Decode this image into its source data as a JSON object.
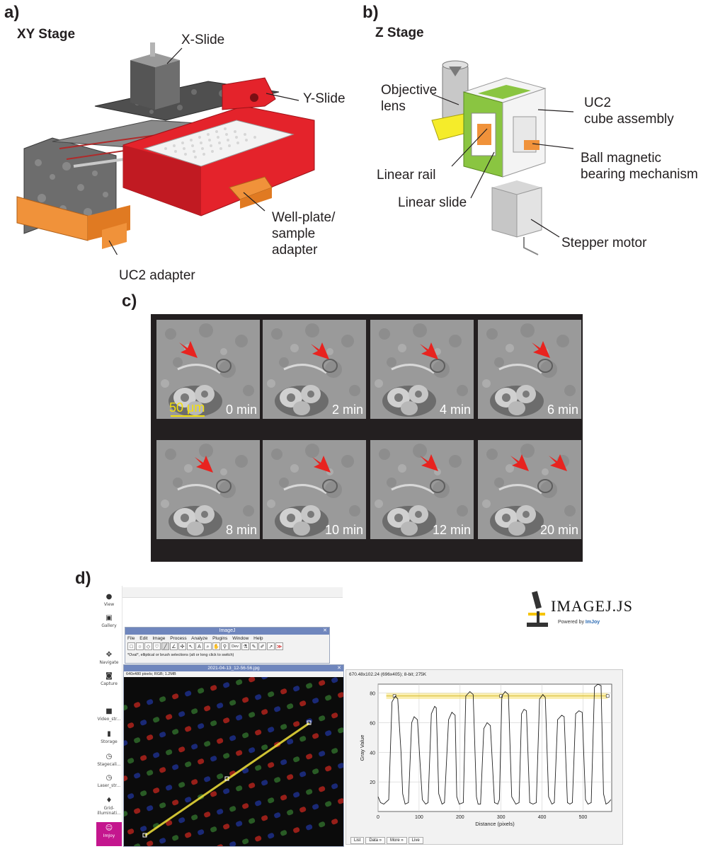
{
  "panel_a": {
    "letter": "a)",
    "title": "XY Stage",
    "labels": {
      "x_slide": "X-Slide",
      "y_slide": "Y-Slide",
      "wellplate_line1": "Well-plate/",
      "wellplate_line2": "sample",
      "wellplate_line3": "adapter",
      "uc2_adapter": "UC2 adapter"
    }
  },
  "panel_b": {
    "letter": "b)",
    "title": "Z Stage",
    "labels": {
      "objective_line1": "Objective",
      "objective_line2": "lens",
      "uc2_line1": "UC2",
      "uc2_line2": "cube assembly",
      "ball_line1": "Ball magnetic",
      "ball_line2": "bearing mechanism",
      "linear_rail": "Linear rail",
      "linear_slide": "Linear slide",
      "stepper_motor": "Stepper motor"
    }
  },
  "panel_c": {
    "letter": "c)",
    "scale_bar": "50 μm",
    "frames": [
      {
        "time": "0 min",
        "arrows": 1
      },
      {
        "time": "2 min",
        "arrows": 1
      },
      {
        "time": "4 min",
        "arrows": 1
      },
      {
        "time": "6 min",
        "arrows": 1
      },
      {
        "time": "8 min",
        "arrows": 1
      },
      {
        "time": "10 min",
        "arrows": 1
      },
      {
        "time": "12 min",
        "arrows": 1
      },
      {
        "time": "20 min",
        "arrows": 2
      }
    ],
    "arrow_color": "#e8231f",
    "scale_color": "#f4e10a"
  },
  "panel_d": {
    "letter": "d)",
    "logo": {
      "text": "IMAGEJ.JS",
      "powered": "Powered by",
      "brand": "ImJoy"
    },
    "sidebar": [
      {
        "label": "View",
        "icon": "eye-icon"
      },
      {
        "label": "Gallery",
        "icon": "gallery-icon"
      },
      {
        "label": "Navigate",
        "icon": "navigate-icon"
      },
      {
        "label": "Capture",
        "icon": "camera-icon"
      },
      {
        "label": "Video_str...",
        "icon": "video-icon"
      },
      {
        "label": "Storage",
        "icon": "storage-icon"
      },
      {
        "label": "Stagecali...",
        "icon": "clock-icon"
      },
      {
        "label": "Laser_str...",
        "icon": "clock-icon"
      },
      {
        "label": "Grid-illuminati...",
        "icon": "bulb-icon"
      },
      {
        "label": "ImJoy",
        "icon": "imjoy-icon"
      }
    ],
    "imagej_window": {
      "title": "ImageJ",
      "menu": [
        "File",
        "Edit",
        "Image",
        "Process",
        "Analyze",
        "Plugins",
        "Window",
        "Help"
      ],
      "status": "*Oval*, elliptical or brush selections (alt or long click to switch)",
      "dev_tool": "Dev"
    },
    "image_window": {
      "title": "2021-04-13_12-56-56.jpg",
      "info": "640x480 pixels; RGB; 1.2MB"
    },
    "plot_window": {
      "info": "670.48x102.24   (696x405); 8-bit; 275K",
      "buttons": [
        "List",
        "Data »",
        "More »",
        "Live"
      ]
    }
  },
  "chart_data": {
    "type": "line",
    "title": "",
    "xlabel": "Distance (pixels)",
    "ylabel": "Gray Value",
    "xlim": [
      0,
      570
    ],
    "ylim": [
      0,
      86
    ],
    "xticks": [
      0,
      100,
      200,
      300,
      400,
      500
    ],
    "yticks": [
      20,
      40,
      60,
      80
    ],
    "grid": true,
    "series": [
      {
        "values_x": [
          0,
          6,
          14,
          26,
          34,
          42,
          48,
          56,
          60,
          66,
          74,
          82,
          88,
          96,
          108,
          116,
          122,
          130,
          138,
          142,
          148,
          156,
          162,
          172,
          180,
          188,
          192,
          198,
          208,
          214,
          224,
          232,
          240,
          244,
          250,
          258,
          266,
          274,
          284,
          292,
          296,
          302,
          310,
          318,
          326,
          336,
          344,
          350,
          356,
          362,
          370,
          378,
          386,
          394,
          402,
          408,
          416,
          424,
          430,
          438,
          448,
          454,
          462,
          468,
          474,
          482,
          490,
          498,
          506,
          512,
          520,
          528,
          536,
          544,
          550,
          556,
          562,
          568
        ],
        "values_y": [
          10,
          6,
          5,
          8,
          74,
          78,
          76,
          40,
          12,
          5,
          6,
          60,
          64,
          62,
          8,
          5,
          6,
          66,
          71,
          70,
          12,
          5,
          6,
          62,
          67,
          65,
          10,
          5,
          6,
          78,
          81,
          79,
          10,
          5,
          5,
          56,
          60,
          58,
          6,
          5,
          8,
          78,
          81,
          79,
          10,
          5,
          6,
          66,
          69,
          68,
          6,
          5,
          6,
          76,
          79,
          77,
          10,
          5,
          6,
          62,
          65,
          64,
          6,
          5,
          6,
          66,
          68,
          67,
          8,
          5,
          6,
          84,
          86,
          85,
          12,
          5,
          6,
          8
        ]
      }
    ],
    "selection_line_y": 78
  }
}
